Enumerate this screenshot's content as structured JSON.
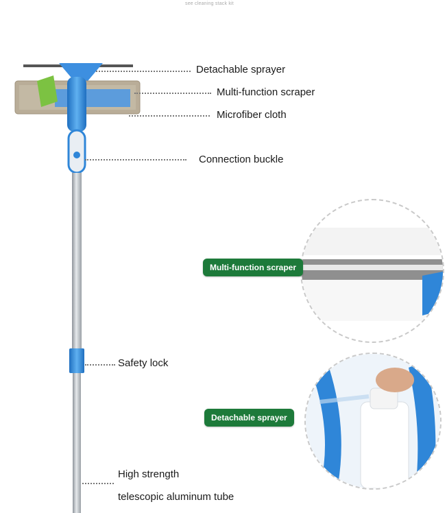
{
  "header": {
    "caption": "see cleaning stack kit"
  },
  "callouts": {
    "detachable_sprayer": "Detachable sprayer",
    "multi_function_scraper": "Multi-function scraper",
    "microfiber_cloth": "Microfiber cloth",
    "connection_buckle": "Connection buckle",
    "safety_lock": "Safety lock",
    "tube_line1": "High strength",
    "tube_line2": "telescopic aluminum tube"
  },
  "badges": {
    "scraper": "Multi-function scraper",
    "sprayer": "Detachable sprayer"
  },
  "colors": {
    "accent_blue": "#2f86d8",
    "badge_green": "#1d7a3a",
    "pole_silver": "#b9bec4"
  }
}
